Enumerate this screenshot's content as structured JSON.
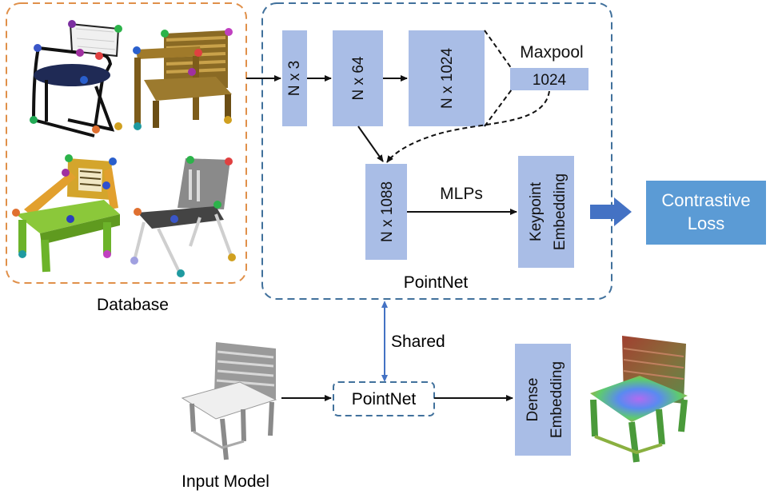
{
  "database": {
    "label": "Database"
  },
  "pointnet_top": {
    "label": "PointNet",
    "blocks": {
      "nx3": "N x 3",
      "nx64": "N x 64",
      "nx1024": "N x 1024",
      "maxpool_label": "Maxpool",
      "maxpool_value": "1024",
      "nx1088": "N x 1088",
      "mlps": "MLPs",
      "keypoint_line1": "Keypoint",
      "keypoint_line2": "Embedding"
    }
  },
  "loss": {
    "line1": "Contrastive",
    "line2": "Loss"
  },
  "shared": {
    "label": "Shared"
  },
  "pointnet_bottom": {
    "label": "PointNet"
  },
  "dense": {
    "line1": "Dense",
    "line2": "Embedding"
  },
  "input": {
    "label": "Input Model"
  },
  "colors": {
    "block_fill": "#a9bde6",
    "loss_fill": "#5b9bd5",
    "orange_border": "#e0904a",
    "blue_border": "#41719c",
    "shared_arrow": "#4472c4"
  }
}
